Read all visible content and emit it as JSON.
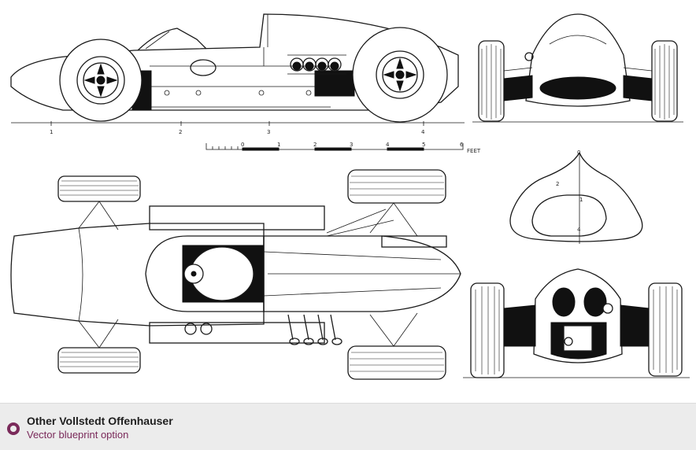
{
  "blueprint": {
    "ruler_upper": [
      "1",
      "2",
      "3",
      "4"
    ],
    "ruler_scale": [
      "0",
      "1",
      "2",
      "3",
      "4",
      "5",
      "6"
    ],
    "ruler_unit": "FEET",
    "section_marks": [
      "0",
      "2",
      "1",
      "4"
    ]
  },
  "caption": {
    "icon": "circle-badge-icon",
    "title": "Other Vollstedt Offenhauser",
    "subtitle": "Vector blueprint option",
    "accent_color": "#7a2a5a"
  }
}
